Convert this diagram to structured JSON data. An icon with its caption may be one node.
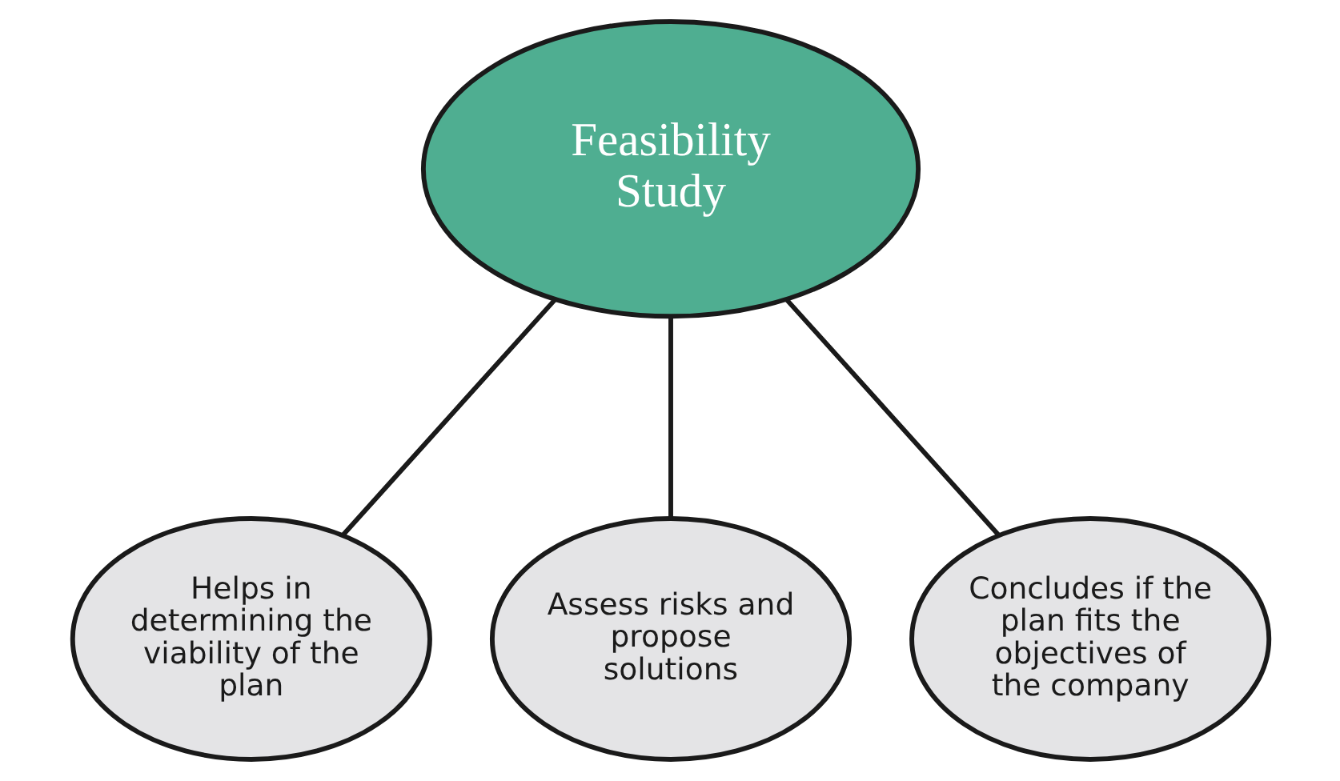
{
  "diagram": {
    "nodes": [
      {
        "text": [
          "Feasibility Study"
        ]
      },
      {
        "text": [
          "Helps in determining the viability of the plan"
        ]
      },
      {
        "text": [
          "Assess risks and propose solutions"
        ]
      },
      {
        "text": [
          "Concludes if the plan fits the objectives of the company"
        ]
      }
    ],
    "edges": [
      {
        "from": 0,
        "to": 1,
        "arrow": "none"
      },
      {
        "from": 0,
        "to": 2,
        "arrow": "none"
      },
      {
        "from": 0,
        "to": 3,
        "arrow": "none"
      }
    ]
  }
}
